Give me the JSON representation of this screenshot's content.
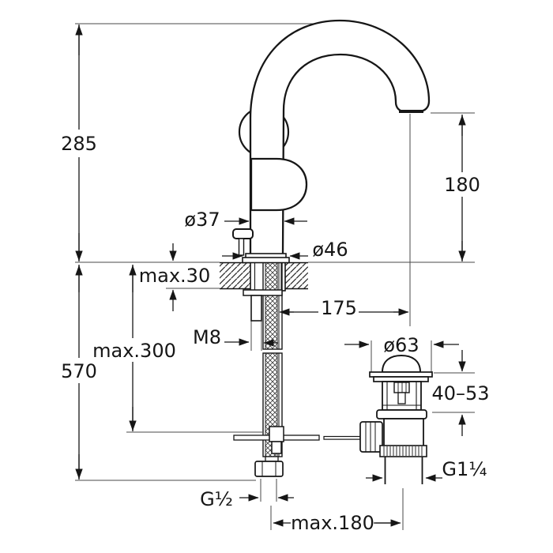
{
  "drawing": {
    "type": "technical-installation-diagram",
    "subject": "basin mixer faucet with swivel spout and pop-up waste, side view with installation dimensions",
    "background_color": "#ffffff",
    "line_color": "#161616",
    "dims": {
      "overall_height": "285",
      "below_deck_height": "570",
      "spout_outlet_height": "180",
      "body_diameter": "ø37",
      "base_diameter": "ø46",
      "deck_thickness_max": "max.30",
      "below_deck_clearance_max": "max.300",
      "spout_reach": "175",
      "fixing_stud_thread": "M8",
      "waste_cap_diameter": "ø63",
      "waste_clamping_range": "40–53",
      "waste_outlet_thread": "G1¼",
      "hose_connection_thread": "G½",
      "waste_horizontal_offset_max": "max.180"
    }
  }
}
